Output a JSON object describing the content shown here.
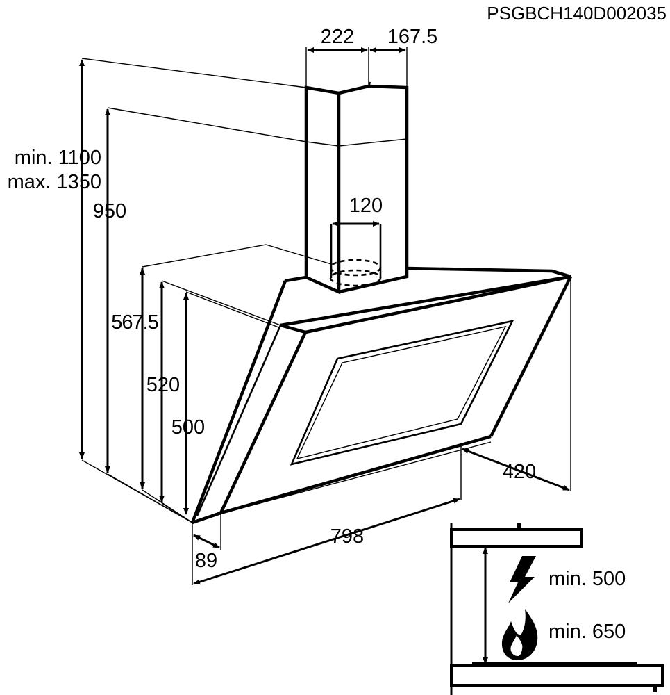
{
  "drawing_code": "PSGBCH140D002035",
  "dimensions": {
    "chimney_width": "222",
    "chimney_depth": "167.5",
    "height_min": "min. 1100",
    "height_max": "max. 1350",
    "height_950": "950",
    "duct_diameter": "120",
    "height_567": "567.5",
    "height_520": "520",
    "height_500": "500",
    "depth_420": "420",
    "width_798": "798",
    "front_89": "89"
  },
  "clearances": {
    "electric_label": "min. 500",
    "gas_label": "min. 650",
    "electric_icon": "lightning-icon",
    "gas_icon": "flame-icon"
  }
}
